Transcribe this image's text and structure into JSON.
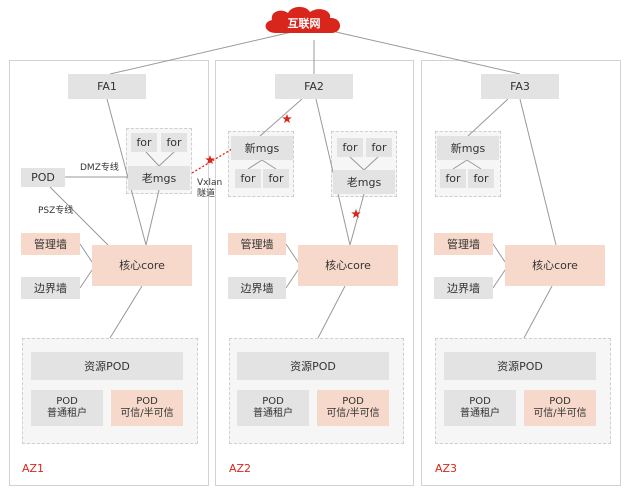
{
  "internet": "互联网",
  "az": [
    {
      "label": "AZ1",
      "fa": "FA1",
      "mgs": {
        "title": "老mgs",
        "sub": [
          "for",
          "for"
        ]
      },
      "pod": "POD",
      "link_dmz": "DMZ专线",
      "link_psz": "PSZ专线",
      "mgmt_fw": "管理墙",
      "border_fw": "边界墙",
      "core": "核心core",
      "res_pod": "资源POD",
      "pod_normal": [
        "POD",
        "普通租户"
      ],
      "pod_trusted": [
        "POD",
        "可信/半可信"
      ]
    },
    {
      "label": "AZ2",
      "fa": "FA2",
      "new_mgs": {
        "title": "新mgs",
        "sub": [
          "for",
          "for"
        ]
      },
      "old_mgs": {
        "title": "老mgs",
        "sub": [
          "for",
          "for"
        ]
      },
      "mgmt_fw": "管理墙",
      "border_fw": "边界墙",
      "core": "核心core",
      "res_pod": "资源POD",
      "pod_normal": [
        "POD",
        "普通租户"
      ],
      "pod_trusted": [
        "POD",
        "可信/半可信"
      ]
    },
    {
      "label": "AZ3",
      "fa": "FA3",
      "new_mgs": {
        "title": "新mgs",
        "sub": [
          "for",
          "for"
        ]
      },
      "mgmt_fw": "管理墙",
      "border_fw": "边界墙",
      "core": "核心core",
      "res_pod": "资源POD",
      "pod_normal": [
        "POD",
        "普通租户"
      ],
      "pod_trusted": [
        "POD",
        "可信/半可信"
      ]
    }
  ],
  "vxlan_label": [
    "Vxlan",
    "隧道"
  ],
  "colors": {
    "accent": "#d9261c",
    "gray_box": "#e3e3e3",
    "peach_box": "#f7d9cb",
    "line": "#999999"
  }
}
